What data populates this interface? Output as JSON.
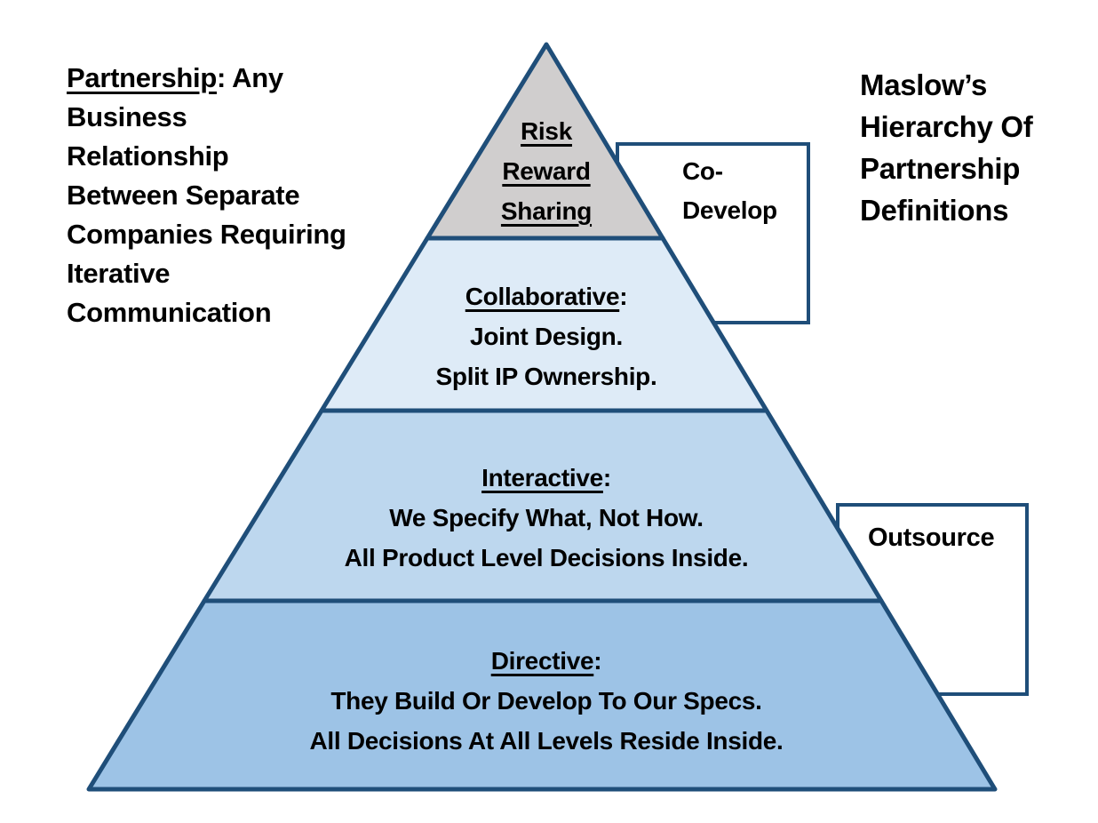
{
  "colors": {
    "background": "#FFFFFF",
    "outline": "#1F4E79",
    "callout_box_fill": "#FFFFFF",
    "text": "#000000"
  },
  "left_note": {
    "term": "Partnership",
    "term_suffix": ": Any",
    "lines": [
      "Business",
      "Relationship",
      "Between Separate",
      "Companies Requiring",
      "Iterative",
      "Communication"
    ]
  },
  "title": {
    "lines": [
      "Maslow’s",
      "Hierarchy Of",
      "Partnership",
      "Definitions"
    ]
  },
  "pyramid": {
    "tiers": [
      {
        "id": "risk-reward-sharing",
        "fill": "#D0CECE",
        "heading_lines": [
          "Risk",
          "Reward",
          "Sharing"
        ]
      },
      {
        "id": "collaborative",
        "fill": "#DEEBF7",
        "heading": "Collaborative",
        "heading_suffix": ":",
        "lines": [
          "Joint Design.",
          "Split IP Ownership."
        ]
      },
      {
        "id": "interactive",
        "fill": "#BDD7EE",
        "heading": "Interactive",
        "heading_suffix": ":",
        "lines": [
          "We Specify What, Not How.",
          "All Product Level Decisions Inside."
        ]
      },
      {
        "id": "directive",
        "fill": "#9DC3E6",
        "heading": "Directive",
        "heading_suffix": ":",
        "lines": [
          "They Build Or Develop To Our Specs.",
          "All Decisions At All Levels Reside Inside."
        ]
      }
    ]
  },
  "callouts": {
    "co_develop": {
      "lines": [
        "Co-",
        "Develop"
      ]
    },
    "outsource": {
      "label": "Outsource"
    }
  }
}
